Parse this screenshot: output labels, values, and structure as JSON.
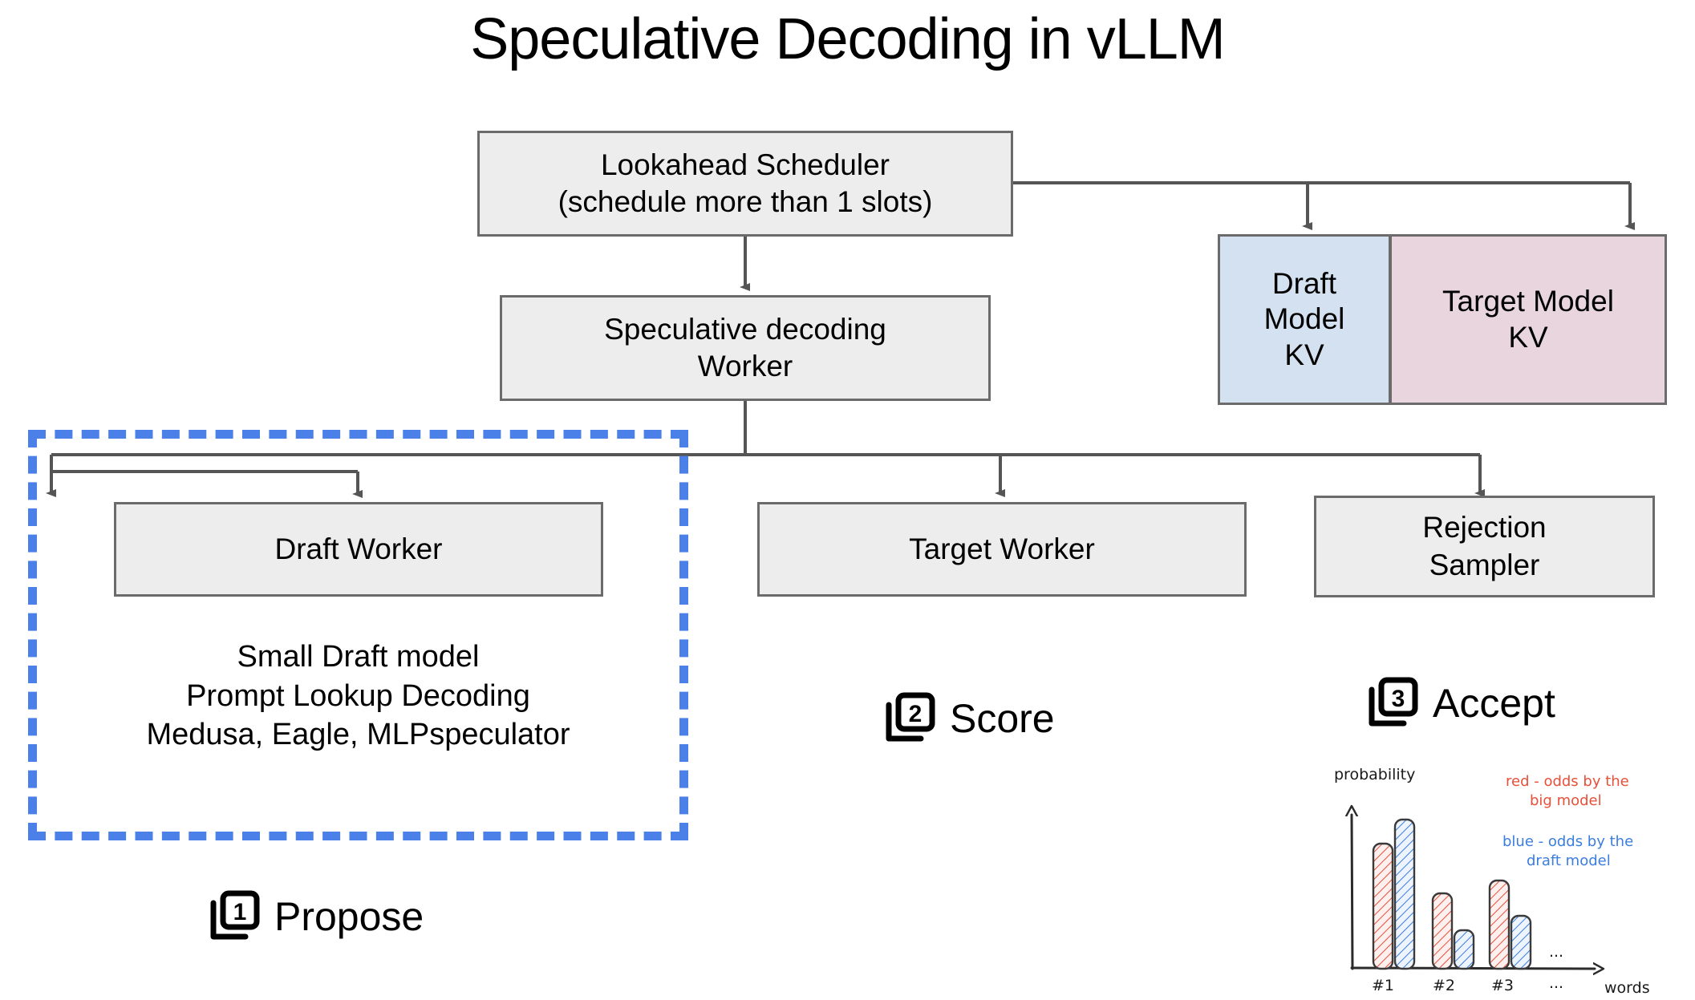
{
  "title": "Speculative Decoding in vLLM",
  "boxes": {
    "scheduler": "Lookahead Scheduler\n(schedule more than 1 slots)",
    "spec_worker": "Speculative decoding\nWorker",
    "draft_worker": "Draft Worker",
    "target_worker": "Target Worker",
    "rejection_sampler": "Rejection\nSampler",
    "draft_kv": "Draft\nModel\nKV",
    "target_kv": "Target Model\nKV"
  },
  "draft_notes": "Small Draft model\nPrompt Lookup Decoding\nMedusa, Eagle, MLPspeculator",
  "steps": [
    {
      "number": "1",
      "label": "Propose"
    },
    {
      "number": "2",
      "label": "Score"
    },
    {
      "number": "3",
      "label": "Accept"
    }
  ],
  "colors": {
    "box_fill": "#ededed",
    "box_border": "#6b6b6b",
    "draft_kv_fill": "#d4e1f0",
    "target_kv_fill": "#e8d5dd",
    "dashed_accent": "#4a80e8",
    "wire": "#555555",
    "red": "#e8503a",
    "blue": "#3b7de0"
  },
  "chart_data": {
    "type": "bar",
    "title": "",
    "xlabel": "words",
    "ylabel": "probability",
    "categories": [
      "#1",
      "#2",
      "#3",
      "..."
    ],
    "series": [
      {
        "name": "red - odds by the big model",
        "color": "#e8503a",
        "values": [
          0.62,
          0.42,
          0.48,
          null
        ]
      },
      {
        "name": "blue - odds by the draft model",
        "color": "#3b7de0",
        "values": [
          0.78,
          0.22,
          0.3,
          null
        ]
      }
    ],
    "legend": [
      {
        "text": "red - odds by the\nbig model",
        "color": "#e8503a"
      },
      {
        "text": "blue - odds by the\ndraft model",
        "color": "#3b7de0"
      }
    ],
    "ylim": [
      0,
      1
    ],
    "grid": false,
    "legend_position": "upper-right",
    "annotations": [
      "...",
      "..."
    ]
  }
}
